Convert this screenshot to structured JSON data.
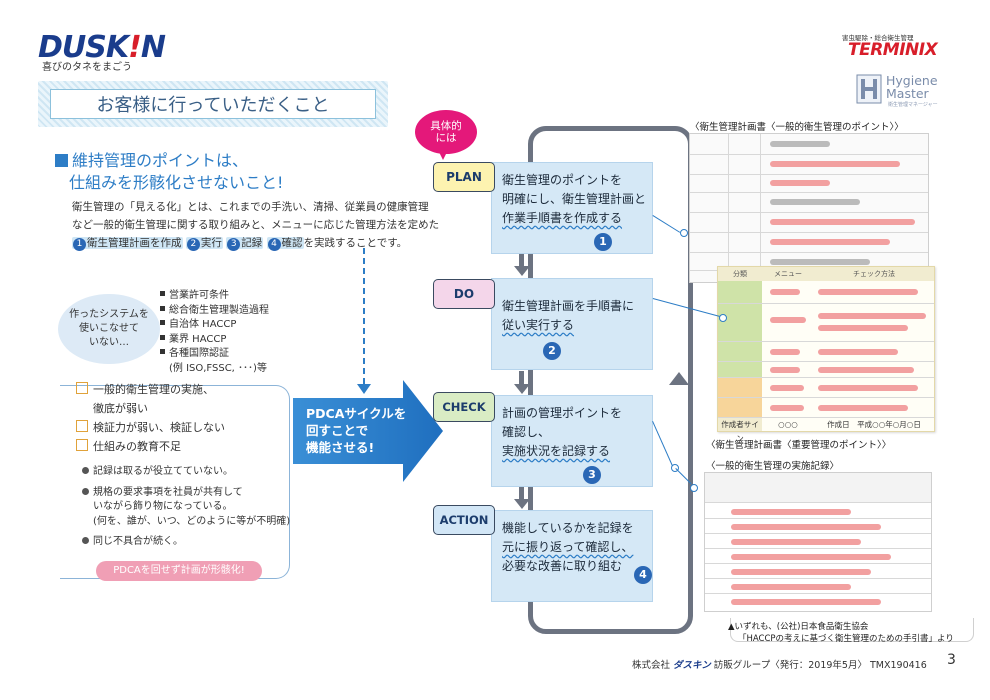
{
  "header": {
    "logo_left": "DUSK",
    "logo_i": "!",
    "logo_right": "N",
    "tagline": "喜びのタネをまごう",
    "terminix_sub": "害虫駆除・総合衛生管理",
    "terminix": "TERMINIX",
    "hygiene_line1": "Hygiene",
    "hygiene_line2": "Master",
    "hygiene_sub": "衛生管理マネージャー"
  },
  "banner": "お客様に行っていただくこと",
  "headline": {
    "line1": "維持管理のポイントは、",
    "line2": "仕組みを形骸化させないこと!"
  },
  "intro": {
    "line1": "衛生管理の「見える化」とは、これまでの手洗い、清掃、従業員の健康管理",
    "line2": "など一般的衛生管理に関する取り組みと、メニューに応じた管理方法を定めた",
    "steps": [
      {
        "n": "1",
        "label": "衛生管理計画を作成"
      },
      {
        "n": "2",
        "label": "実行"
      },
      {
        "n": "3",
        "label": "記録"
      },
      {
        "n": "4",
        "label": "確認"
      }
    ],
    "tail": "を実践することです。"
  },
  "system_bubble": [
    "作ったシステムを",
    "使いこなせて",
    "いない…"
  ],
  "certifications": [
    "営業許可条件",
    "総合衛生管理製造過程",
    "自治体 HACCP",
    "業界 HACCP",
    "各種国際認証",
    "(例 ISO,FSSC, ･･･)等"
  ],
  "problems": [
    {
      "line1": "一般的衛生管理の実施、",
      "line2": "徹底が弱い"
    },
    {
      "line1": "検証力が弱い、検証しない",
      "line2": ""
    },
    {
      "line1": "仕組みの教育不足",
      "line2": ""
    }
  ],
  "notes": [
    {
      "lines": [
        "記録は取るが役立てていない。"
      ]
    },
    {
      "lines": [
        "規格の要求事項を社員が共有して",
        "いながら飾り物になっている。",
        "(何を、誰が、いつ、どのように等が不明確)"
      ]
    },
    {
      "lines": [
        "同じ不具合が続く。"
      ]
    }
  ],
  "warning": "PDCAを回せず計画が形骸化!",
  "big_arrow": [
    "PDCAサイクルを",
    "回すことで",
    "機能させる!"
  ],
  "tag": [
    "具体的",
    "には"
  ],
  "phases": [
    {
      "label": "PLAN",
      "lines": [
        "衛生管理のポイントを",
        "明確にし、衛生管理計画と",
        "作業手順書を作成する"
      ],
      "num": "1"
    },
    {
      "label": "DO",
      "lines": [
        "衛生管理計画を手順書に",
        "従い実行する"
      ],
      "num": "2"
    },
    {
      "label": "CHECK",
      "lines": [
        "計画の管理ポイントを",
        "確認し、",
        "実施状況を記録する"
      ],
      "num": "3"
    },
    {
      "label": "ACTION",
      "lines": [
        "機能しているかを記録を",
        "元に振り返って確認し、",
        "必要な改善に取り組む"
      ],
      "num": "4"
    }
  ],
  "documents": {
    "doc1_title": "〈衛生管理計画書〈一般的衛生管理のポイント〉〉",
    "doc2_title": "〈衛生管理計画書〈重要管理のポイント〉〉",
    "doc3_title": "〈一般的衛生管理の実施記録〉",
    "doc2_header": [
      "分類",
      "メニュー",
      "チェック方法"
    ],
    "doc2_sign": "作成者サイン",
    "doc2_sign_value": "○○○",
    "doc2_date": "作成日　平成○○年○月○日"
  },
  "source": {
    "line1": "▲いずれも、(公社)日本食品衛生協会",
    "line2": "「HACCPの考えに基づく衛生管理のための手引書」より"
  },
  "footer": {
    "company": "株式会社",
    "brand": "ダスキン",
    "rest": "訪販グループ〈発行：2019年5月〉 TMX190416",
    "page": "3"
  }
}
